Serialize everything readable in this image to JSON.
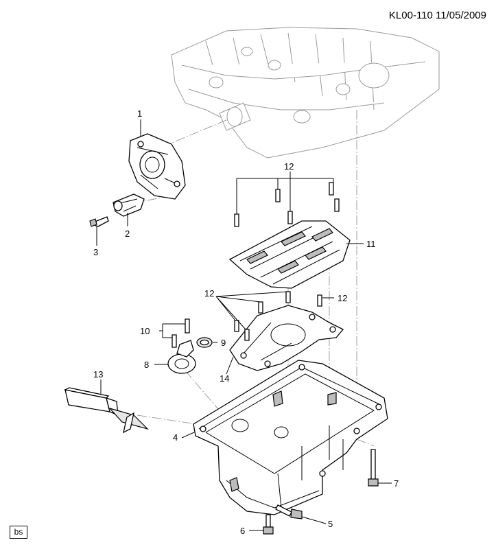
{
  "header": {
    "doc_id": "KL00-110 11/05/2009"
  },
  "footer": {
    "badge": "bs"
  },
  "callouts": {
    "c1": "1",
    "c2": "2",
    "c3": "3",
    "c4": "4",
    "c5": "5",
    "c6": "6",
    "c7": "7",
    "c8": "8",
    "c9": "9",
    "c10": "10",
    "c11": "11",
    "c12a": "12",
    "c12b": "12",
    "c12c": "12",
    "c13": "13",
    "c14": "14"
  }
}
